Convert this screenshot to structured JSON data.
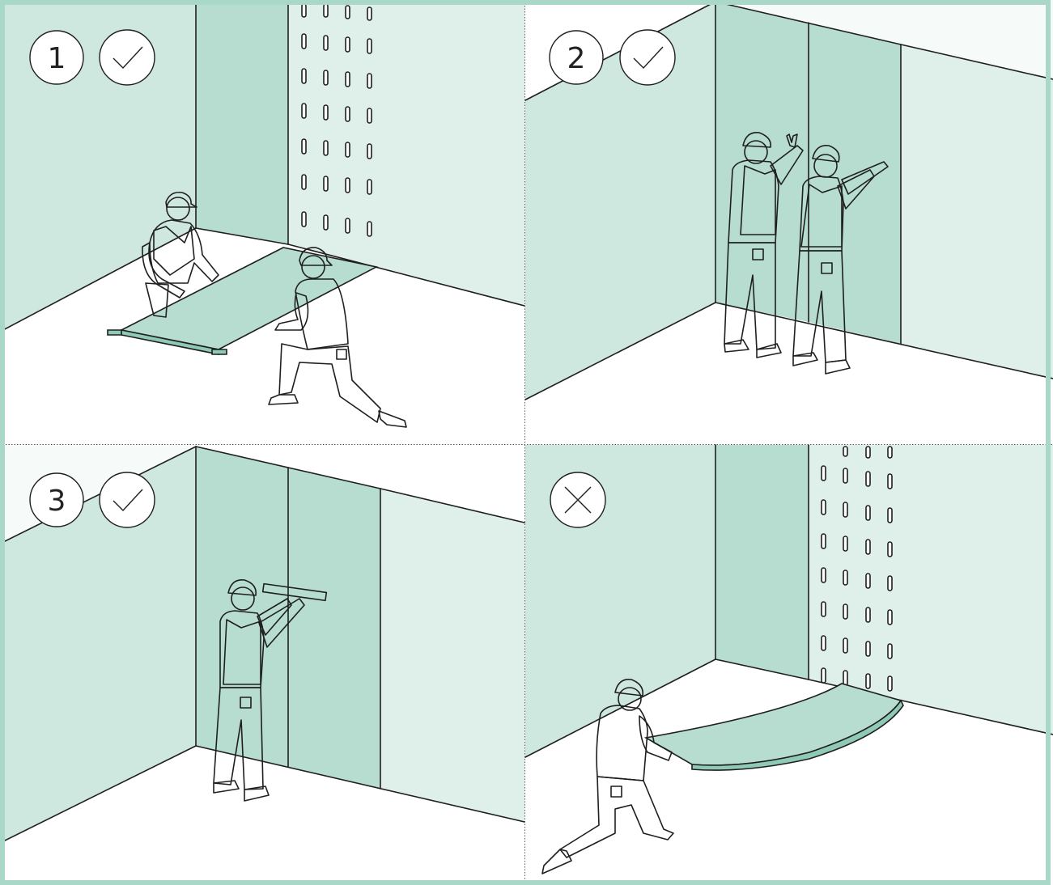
{
  "panels": [
    {
      "id": "panel-1",
      "step": "1",
      "status": "correct",
      "status_icon": "check-icon"
    },
    {
      "id": "panel-2",
      "step": "2",
      "status": "correct",
      "status_icon": "check-icon"
    },
    {
      "id": "panel-3",
      "step": "3",
      "status": "correct",
      "status_icon": "check-icon"
    },
    {
      "id": "panel-4",
      "step": "",
      "status": "incorrect",
      "status_icon": "cross-icon"
    }
  ],
  "colors": {
    "wall_light": "#dff0ea",
    "wall_mid": "#cfe8df",
    "panel_sheet": "#b7ddd1",
    "worker_green": "#8ecab7",
    "floor": "#ffffff",
    "line": "#1f1f1f",
    "frame": "#a9d8c9"
  }
}
